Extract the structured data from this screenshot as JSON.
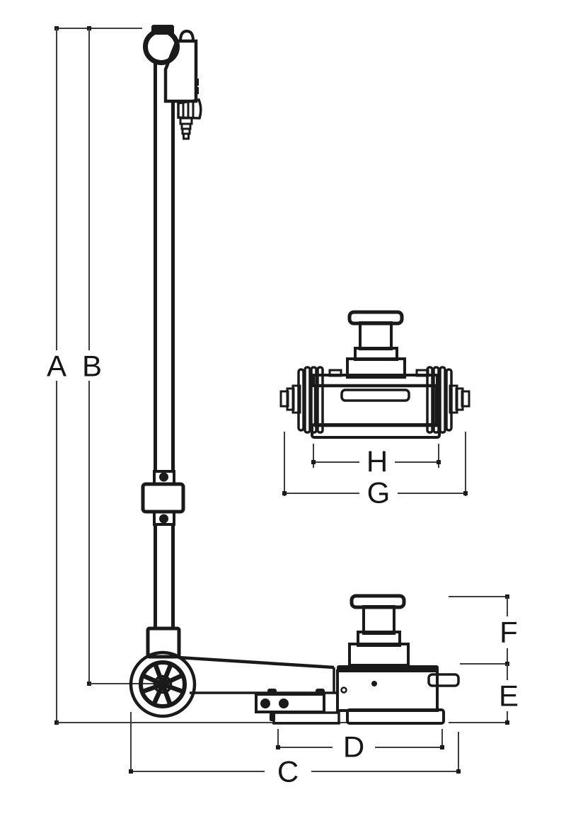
{
  "figure": {
    "type": "technical line drawing",
    "subject": "air hydraulic trolley jack with dimension callouts"
  },
  "colors": {
    "background": "#ffffff",
    "structure_line": "#1a1a1a",
    "dimension_line": "#3d3d3d"
  },
  "dims": {
    "A": {
      "letter": "A"
    },
    "B": {
      "letter": "B"
    },
    "C": {
      "letter": "C"
    },
    "D": {
      "letter": "D"
    },
    "E": {
      "letter": "E"
    },
    "F": {
      "letter": "F"
    },
    "G": {
      "letter": "G"
    },
    "H": {
      "letter": "H"
    }
  }
}
